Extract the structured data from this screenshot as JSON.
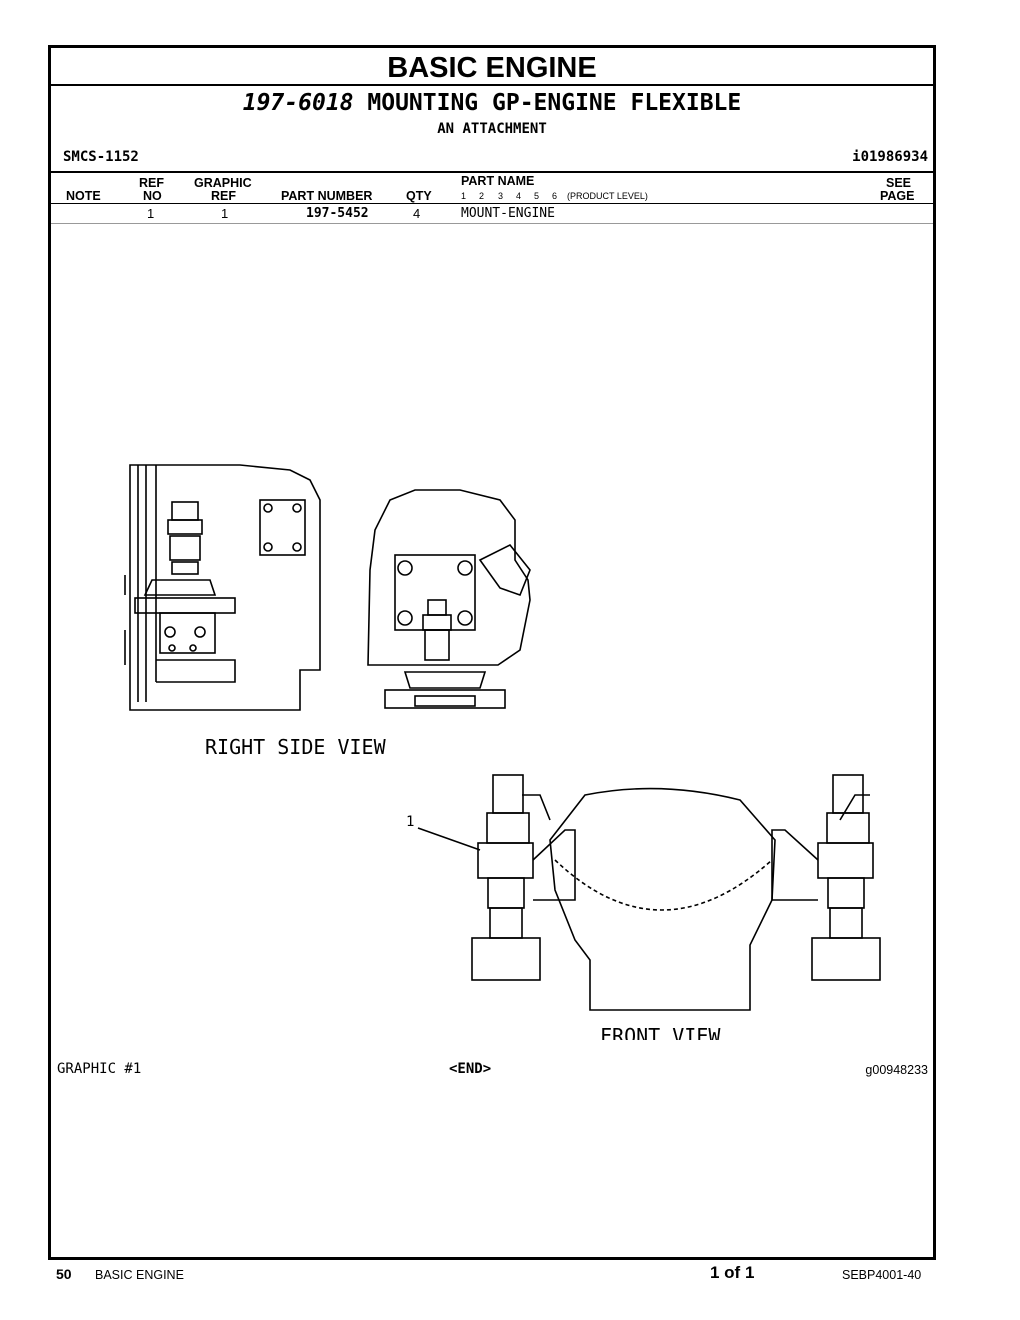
{
  "header": {
    "section_title": "BASIC ENGINE",
    "part_number": "197-6018",
    "group_name": "MOUNTING GP-ENGINE FLEXIBLE",
    "attachment": "AN ATTACHMENT",
    "smcs": "SMCS-1152",
    "illustration_id": "i01986934"
  },
  "table": {
    "headers": {
      "note": "NOTE",
      "ref_no_top": "REF",
      "ref_no_bottom": "NO",
      "graphic_ref_top": "GRAPHIC",
      "graphic_ref_bottom": "REF",
      "part_number": "PART NUMBER",
      "qty": "QTY",
      "part_name": "PART NAME",
      "product_levels": [
        "1",
        "2",
        "3",
        "4",
        "5",
        "6"
      ],
      "product_level_label": "(PRODUCT LEVEL)",
      "see_page_top": "SEE",
      "see_page_bottom": "PAGE"
    },
    "rows": [
      {
        "note": "",
        "ref_no": "1",
        "graphic_ref": "1",
        "part_number": "197-5452",
        "qty": "4",
        "part_name": "MOUNT-ENGINE",
        "see_page": ""
      }
    ]
  },
  "graphic": {
    "view_labels": [
      "RIGHT SIDE VIEW",
      "FRONT VIEW"
    ],
    "callout": "1",
    "label": "GRAPHIC #1",
    "end_marker": "<END>",
    "graphic_id": "g00948233"
  },
  "footer": {
    "page_number": "50",
    "section": "BASIC ENGINE",
    "page_of": "1 of 1",
    "doc_number": "SEBP4001-40"
  }
}
